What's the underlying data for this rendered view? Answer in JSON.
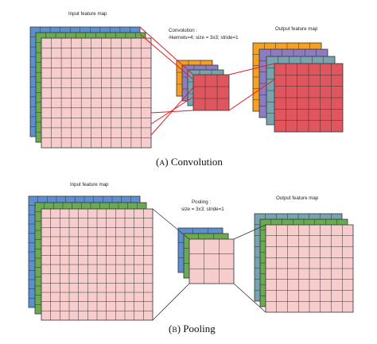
{
  "panel_a": {
    "input_label": "Input feature map",
    "op_label_line1": "Convolution :",
    "op_label_line2": "#kernels=4; size = 3x3; stride=1",
    "output_label": "Output feature map",
    "caption_letter": "A",
    "caption_text": "Convolution"
  },
  "panel_b": {
    "input_label": "Input feature map",
    "op_label_line1": "Pooling :",
    "op_label_line2": "size = 3x3; stride=1",
    "output_label": "Output feature map",
    "caption_letter": "B",
    "caption_text": "Pooling"
  },
  "colors": {
    "blue": "#5b8fd0",
    "green": "#6aaa50",
    "pink": "#f6cccc",
    "orange": "#f5a020",
    "purple": "#8e7cc3",
    "teal": "#76a5af",
    "red": "#e0565e",
    "line_red": "#e02020",
    "line_dark": "#333333"
  }
}
